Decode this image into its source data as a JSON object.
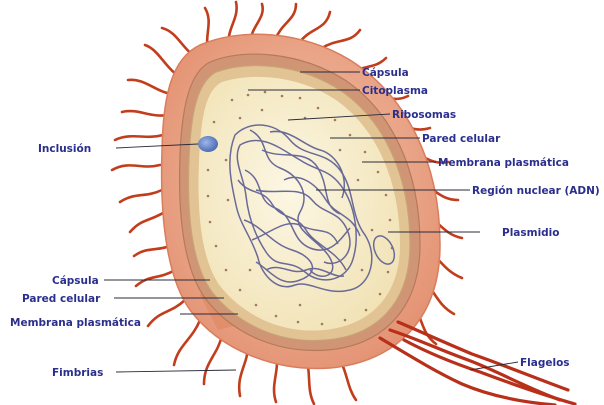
{
  "labels": {
    "capsula_top": "Cápsula",
    "citoplasma": "Citoplasma",
    "ribosomas": "Ribosomas",
    "pared_top": "Pared celular",
    "membrana_top": "Membrana plasmática",
    "region_nuclear": "Región nuclear (ADN)",
    "plasmidio": "Plasmidio",
    "inclusion": "Inclusión",
    "capsula_bottom": "Cápsula",
    "pared_bottom": "Pared celular",
    "membrana_bottom": "Membrana plasmática",
    "fimbrias": "Fimbrias",
    "flagelos": "Flagelos"
  },
  "colors": {
    "label_text": "#2a2f8c",
    "leader_line": "#2b2b3a",
    "capsule": "#e9a184",
    "cell_wall": "#c98c6a",
    "membrane": "#d8b48a",
    "cytoplasm": "#f8efcf",
    "dna": "#6a6a98",
    "inclusion": "#6a86c8",
    "fimbriae": "#c23d1c"
  }
}
